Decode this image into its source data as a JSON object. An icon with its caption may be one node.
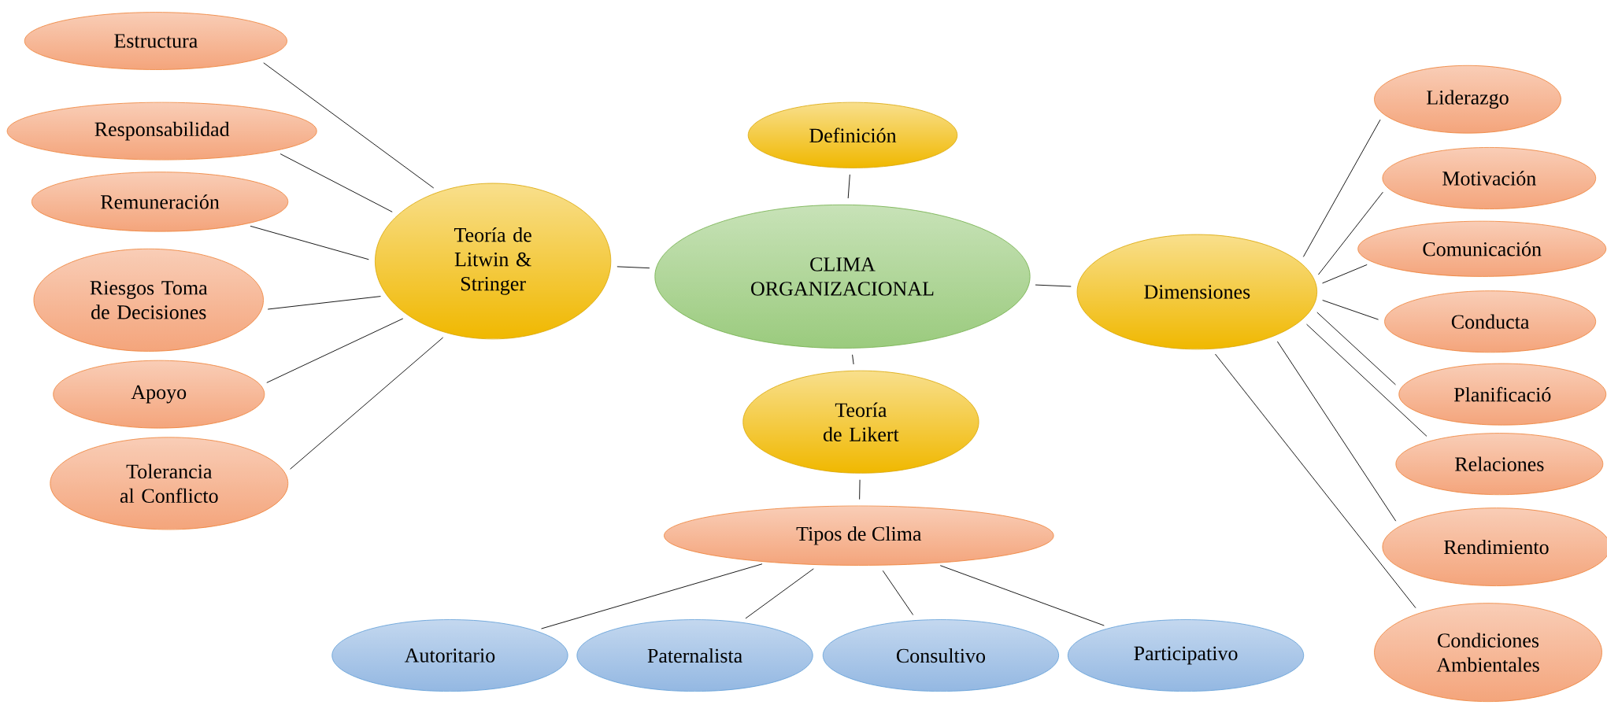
{
  "diagram": {
    "nodes": [
      {
        "text": [
          "CLIMA ORGANIZACIONAL"
        ]
      },
      {
        "text": [
          "Definición"
        ]
      },
      {
        "text": [
          "Teoría de Litwin & Stringer"
        ]
      },
      {
        "text": [
          "Dimensiones"
        ]
      },
      {
        "text": [
          "Teoría de Likert"
        ]
      },
      {
        "text": [
          "Tipos de Clima"
        ]
      },
      {
        "text": [
          "Autoritario"
        ]
      },
      {
        "text": [
          "Paternalista"
        ]
      },
      {
        "text": [
          "Consultivo"
        ]
      },
      {
        "text": [
          "Participativo"
        ]
      },
      {
        "text": [
          "Estructura"
        ]
      },
      {
        "text": [
          "Responsabilidad"
        ]
      },
      {
        "text": [
          "Remuneración"
        ]
      },
      {
        "text": [
          "Riesgos Toma de Decisiones"
        ]
      },
      {
        "text": [
          "Apoyo"
        ]
      },
      {
        "text": [
          "Tolerancia al Conflicto"
        ]
      },
      {
        "text": [
          "Liderazgo"
        ]
      },
      {
        "text": [
          "Motivación"
        ]
      },
      {
        "text": [
          "Comunicación"
        ]
      },
      {
        "text": [
          "Conducta"
        ]
      },
      {
        "text": [
          "Planificació"
        ]
      },
      {
        "text": [
          "Relaciones"
        ]
      },
      {
        "text": [
          "Rendimiento"
        ]
      },
      {
        "text": [
          "Condiciones Ambientales"
        ]
      }
    ],
    "edges": [
      {
        "from": 0,
        "to": 1,
        "arrow": "none"
      },
      {
        "from": 0,
        "to": 2,
        "arrow": "none"
      },
      {
        "from": 0,
        "to": 3,
        "arrow": "none"
      },
      {
        "from": 0,
        "to": 4,
        "arrow": "none"
      },
      {
        "from": 4,
        "to": 5,
        "arrow": "none"
      },
      {
        "from": 5,
        "to": 6,
        "arrow": "none"
      },
      {
        "from": 5,
        "to": 7,
        "arrow": "none"
      },
      {
        "from": 5,
        "to": 8,
        "arrow": "none"
      },
      {
        "from": 5,
        "to": 9,
        "arrow": "none"
      },
      {
        "from": 2,
        "to": 10,
        "arrow": "none"
      },
      {
        "from": 2,
        "to": 11,
        "arrow": "none"
      },
      {
        "from": 2,
        "to": 12,
        "arrow": "none"
      },
      {
        "from": 2,
        "to": 13,
        "arrow": "none"
      },
      {
        "from": 2,
        "to": 14,
        "arrow": "none"
      },
      {
        "from": 2,
        "to": 15,
        "arrow": "none"
      },
      {
        "from": 3,
        "to": 16,
        "arrow": "none"
      },
      {
        "from": 3,
        "to": 17,
        "arrow": "none"
      },
      {
        "from": 3,
        "to": 18,
        "arrow": "none"
      },
      {
        "from": 3,
        "to": 19,
        "arrow": "none"
      },
      {
        "from": 3,
        "to": 20,
        "arrow": "none"
      },
      {
        "from": 3,
        "to": 21,
        "arrow": "none"
      },
      {
        "from": 3,
        "to": 22,
        "arrow": "none"
      },
      {
        "from": 3,
        "to": 23,
        "arrow": "none"
      }
    ]
  }
}
